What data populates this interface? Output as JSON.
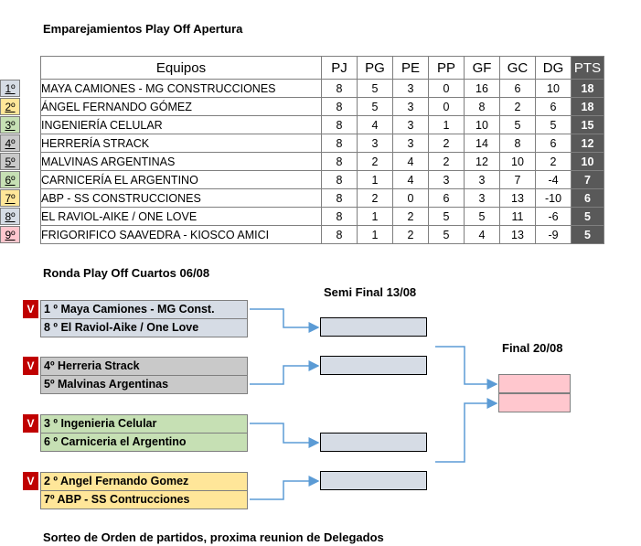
{
  "title": "Emparejamientos Play Off Apertura",
  "table": {
    "headers": [
      "Equipos",
      "PJ",
      "PG",
      "PE",
      "PP",
      "GF",
      "GC",
      "DG",
      "PTS"
    ],
    "rows": [
      {
        "pos": "1º",
        "team": "MAYA CAMIONES - MG CONSTRUCCIONES",
        "pj": "8",
        "pg": "5",
        "pe": "3",
        "pp": "0",
        "gf": "16",
        "gc": "6",
        "dg": "10",
        "pts": "18",
        "color": "#d6dce5"
      },
      {
        "pos": "2º",
        "team": "ÁNGEL FERNANDO GÓMEZ",
        "pj": "8",
        "pg": "5",
        "pe": "3",
        "pp": "0",
        "gf": "8",
        "gc": "2",
        "dg": "6",
        "pts": "18",
        "color": "#ffe699"
      },
      {
        "pos": "3º",
        "team": "INGENIERÍA CELULAR",
        "pj": "8",
        "pg": "4",
        "pe": "3",
        "pp": "1",
        "gf": "10",
        "gc": "5",
        "dg": "5",
        "pts": "15",
        "color": "#c6e0b4"
      },
      {
        "pos": "4º",
        "team": "HERRERÍA STRACK",
        "pj": "8",
        "pg": "3",
        "pe": "3",
        "pp": "2",
        "gf": "14",
        "gc": "8",
        "dg": "6",
        "pts": "12",
        "color": "#c9c9c9"
      },
      {
        "pos": "5º",
        "team": "MALVINAS ARGENTINAS",
        "pj": "8",
        "pg": "2",
        "pe": "4",
        "pp": "2",
        "gf": "12",
        "gc": "10",
        "dg": "2",
        "pts": "10",
        "color": "#c9c9c9"
      },
      {
        "pos": "6º",
        "team": "CARNICERÍA EL ARGENTINO",
        "pj": "8",
        "pg": "1",
        "pe": "4",
        "pp": "3",
        "gf": "3",
        "gc": "7",
        "dg": "-4",
        "pts": "7",
        "color": "#c6e0b4"
      },
      {
        "pos": "7º",
        "team": "ABP - SS CONSTRUCCIONES",
        "pj": "8",
        "pg": "2",
        "pe": "0",
        "pp": "6",
        "gf": "3",
        "gc": "13",
        "dg": "-10",
        "pts": "6",
        "color": "#ffe699"
      },
      {
        "pos": "8º",
        "team": "EL RAVIOL-AIKE / ONE LOVE",
        "pj": "8",
        "pg": "1",
        "pe": "2",
        "pp": "5",
        "gf": "5",
        "gc": "11",
        "dg": "-6",
        "pts": "5",
        "color": "#d6dce5"
      },
      {
        "pos": "9º",
        "team": "FRIGORIFICO SAAVEDRA - KIOSCO AMICI",
        "pj": "8",
        "pg": "1",
        "pe": "2",
        "pp": "5",
        "gf": "4",
        "gc": "13",
        "dg": "-9",
        "pts": "5",
        "color": "#ffc7ce"
      }
    ]
  },
  "quarters": {
    "title": "Ronda Play Off Cuartos 06/08",
    "winner_mark": "V",
    "matches": [
      {
        "top": "1 º Maya Camiones - MG Const.",
        "bottom": "8 º  El Raviol-Aike / One Love",
        "color": "#d6dce5"
      },
      {
        "top": "4º Herreria Strack",
        "bottom": "5º Malvinas Argentinas",
        "color": "#c9c9c9"
      },
      {
        "top": "3 º Ingenieria Celular",
        "bottom": "6 º Carniceria el Argentino",
        "color": "#c6e0b4"
      },
      {
        "top": "2 º Angel Fernando Gomez",
        "bottom": "7º ABP - SS Contrucciones",
        "color": "#ffe699"
      }
    ]
  },
  "semi_title": "Semi Final 13/08",
  "final_title": "Final 20/08",
  "footer": "Sorteo de Orden de partidos, proxima reunion de Delegados"
}
